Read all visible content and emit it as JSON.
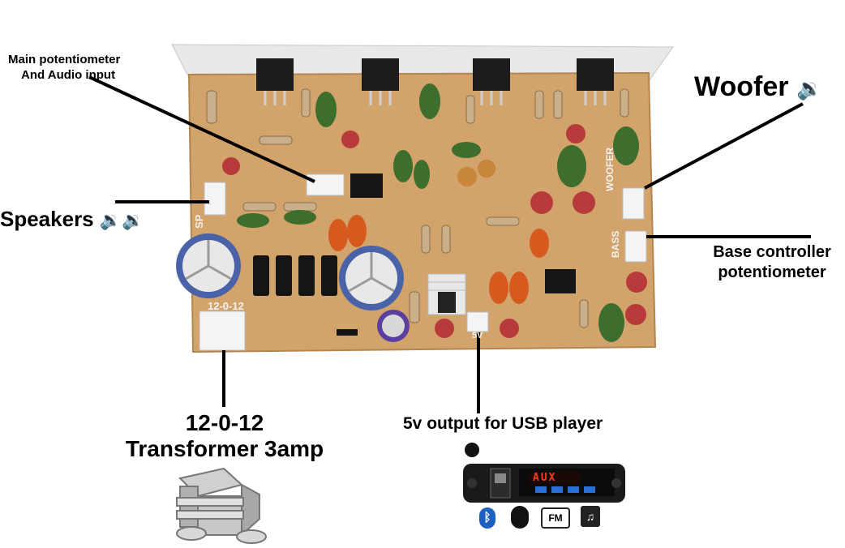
{
  "labels": {
    "main_pot_line1": "Main potentiometer",
    "main_pot_line2": "And Audio input",
    "woofer": "Woofer",
    "speakers": "Speakers",
    "base_line1": "Base controller",
    "base_line2": "potentiometer",
    "transformer_line1": "12-0-12",
    "transformer_line2": "Transformer 3amp",
    "usb_output": "5v output for USB player"
  },
  "board_text": {
    "woofer_silk": "WOOFER",
    "bass_silk": "BASS",
    "sp_silk": "SP",
    "power_silk": "12-0-12",
    "fivev_silk": "5V"
  },
  "usb_player": {
    "display": "AUX",
    "fm": "FM"
  },
  "icons": [
    "speaker-icon",
    "bluetooth-icon",
    "usb-drive-icon",
    "fm-icon",
    "music-icon",
    "transformer-icon"
  ],
  "colors": {
    "pcb": "#d2a36a",
    "pcb_edge": "#b4864f",
    "heatsink": "#e6e6e6",
    "capacitor_green": "#3d6e2e",
    "capacitor_orange": "#d65a1e",
    "electrolytic_red": "#b83a3a",
    "player_body": "#1a1a1a",
    "display_red": "#ff3b1a",
    "button_blue": "#2a6fd6"
  }
}
